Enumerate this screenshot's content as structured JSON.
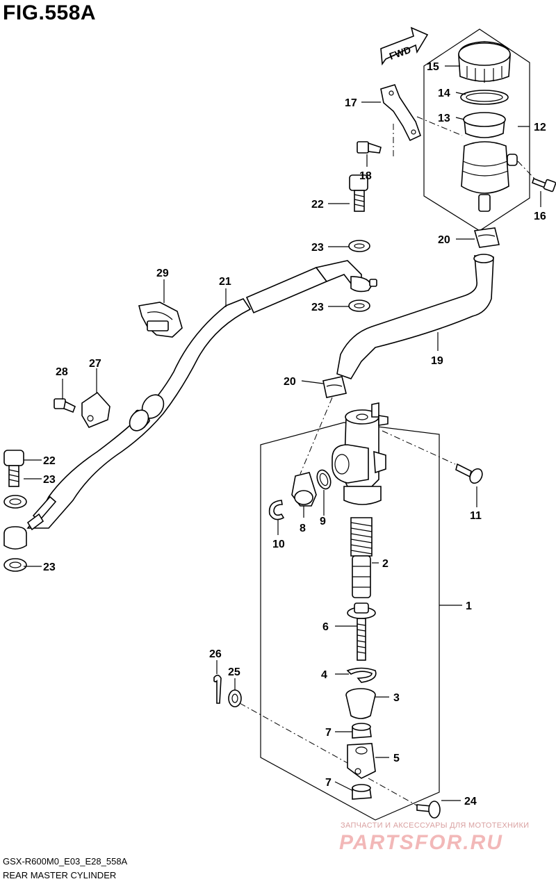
{
  "figure": {
    "title": "FIG.558A",
    "code": "GSX-R600M0_E03_E28_558A",
    "name": "REAR MASTER CYLINDER",
    "fwd_label": "FWD"
  },
  "watermark": {
    "tagline": "ЗАПЧАСТИ И АКСЕССУАРЫ ДЛЯ МОТОТЕХНИКИ",
    "brand": "PARTSFOR.RU"
  },
  "callouts": [
    {
      "id": "c1",
      "text": "1"
    },
    {
      "id": "c2",
      "text": "2"
    },
    {
      "id": "c3",
      "text": "3"
    },
    {
      "id": "c4",
      "text": "4"
    },
    {
      "id": "c5",
      "text": "5"
    },
    {
      "id": "c6",
      "text": "6"
    },
    {
      "id": "c7a",
      "text": "7"
    },
    {
      "id": "c7b",
      "text": "7"
    },
    {
      "id": "c8",
      "text": "8"
    },
    {
      "id": "c9",
      "text": "9"
    },
    {
      "id": "c10",
      "text": "10"
    },
    {
      "id": "c11",
      "text": "11"
    },
    {
      "id": "c12",
      "text": "12"
    },
    {
      "id": "c13",
      "text": "13"
    },
    {
      "id": "c14",
      "text": "14"
    },
    {
      "id": "c15",
      "text": "15"
    },
    {
      "id": "c16",
      "text": "16"
    },
    {
      "id": "c17",
      "text": "17"
    },
    {
      "id": "c18",
      "text": "18"
    },
    {
      "id": "c19",
      "text": "19"
    },
    {
      "id": "c20a",
      "text": "20"
    },
    {
      "id": "c20b",
      "text": "20"
    },
    {
      "id": "c21",
      "text": "21"
    },
    {
      "id": "c22a",
      "text": "22"
    },
    {
      "id": "c22b",
      "text": "22"
    },
    {
      "id": "c23a",
      "text": "23"
    },
    {
      "id": "c23b",
      "text": "23"
    },
    {
      "id": "c23c",
      "text": "23"
    },
    {
      "id": "c23d",
      "text": "23"
    },
    {
      "id": "c24",
      "text": "24"
    },
    {
      "id": "c25",
      "text": "25"
    },
    {
      "id": "c26",
      "text": "26"
    },
    {
      "id": "c27",
      "text": "27"
    },
    {
      "id": "c28",
      "text": "28"
    },
    {
      "id": "c29",
      "text": "29"
    }
  ]
}
